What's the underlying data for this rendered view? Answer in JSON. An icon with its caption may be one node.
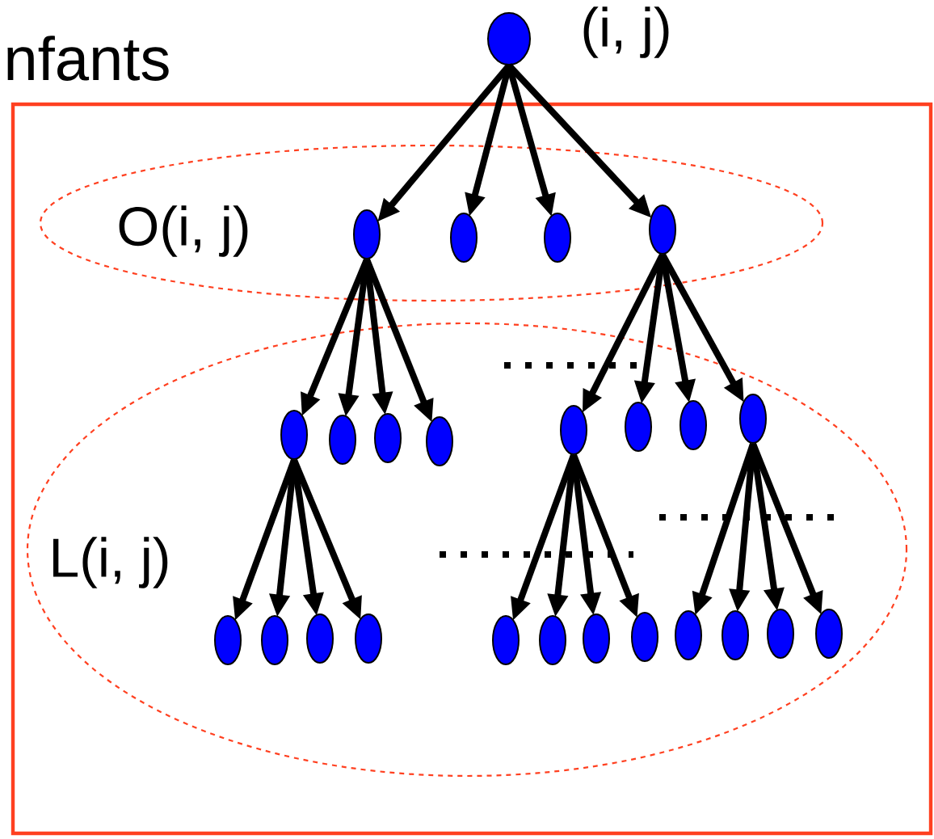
{
  "diagram": {
    "nodes": [
      {
        "text": [
          "nfants"
        ]
      },
      {
        "text": [],
        "shape": "ellipse",
        "beside": [
          "(i, j)"
        ]
      },
      {
        "text": [
          "O(i, j)"
        ],
        "in": 0
      },
      {
        "text": [
          "L(i, j)"
        ],
        "in": 0
      },
      {
        "text": [],
        "shape": "ellipse",
        "in": 2
      },
      {
        "text": [],
        "shape": "ellipse",
        "in": 2
      },
      {
        "text": [],
        "shape": "ellipse",
        "in": 2
      },
      {
        "text": [],
        "shape": "ellipse",
        "in": 2
      },
      {
        "text": [],
        "shape": "ellipse",
        "in": 3
      },
      {
        "text": [],
        "shape": "ellipse",
        "in": 3
      },
      {
        "text": [],
        "shape": "ellipse",
        "in": 3
      },
      {
        "text": [],
        "shape": "ellipse",
        "in": 3
      },
      {
        "text": [],
        "shape": "ellipse",
        "in": 3
      },
      {
        "text": [],
        "shape": "ellipse",
        "in": 3
      },
      {
        "text": [],
        "shape": "ellipse",
        "in": 3
      },
      {
        "text": [],
        "shape": "ellipse",
        "in": 3
      },
      {
        "text": [],
        "shape": "ellipse",
        "in": 3
      },
      {
        "text": [],
        "shape": "ellipse",
        "in": 3
      },
      {
        "text": [],
        "shape": "ellipse",
        "in": 3
      },
      {
        "text": [],
        "shape": "ellipse",
        "in": 3
      },
      {
        "text": [],
        "shape": "ellipse",
        "in": 3
      },
      {
        "text": [],
        "shape": "ellipse",
        "in": 3
      },
      {
        "text": [],
        "shape": "ellipse",
        "in": 3
      },
      {
        "text": [],
        "shape": "ellipse",
        "in": 3
      },
      {
        "text": [],
        "shape": "ellipse",
        "in": 3
      },
      {
        "text": [],
        "shape": "ellipse",
        "in": 3
      },
      {
        "text": [],
        "shape": "ellipse",
        "in": 3
      },
      {
        "text": [],
        "shape": "ellipse",
        "in": 3
      }
    ],
    "edges": [
      {
        "from": 1,
        "to": 4,
        "arrow": "to"
      },
      {
        "from": 1,
        "to": 5,
        "arrow": "to"
      },
      {
        "from": 1,
        "to": 6,
        "arrow": "to"
      },
      {
        "from": 1,
        "to": 7,
        "arrow": "to"
      },
      {
        "from": 4,
        "to": 8,
        "arrow": "to"
      },
      {
        "from": 4,
        "to": 9,
        "arrow": "to"
      },
      {
        "from": 4,
        "to": 10,
        "arrow": "to"
      },
      {
        "from": 4,
        "to": 11,
        "arrow": "to"
      },
      {
        "from": 7,
        "to": 12,
        "arrow": "to"
      },
      {
        "from": 7,
        "to": 13,
        "arrow": "to"
      },
      {
        "from": 7,
        "to": 14,
        "arrow": "to"
      },
      {
        "from": 7,
        "to": 15,
        "arrow": "to"
      },
      {
        "from": 8,
        "to": 16,
        "arrow": "to"
      },
      {
        "from": 8,
        "to": 17,
        "arrow": "to"
      },
      {
        "from": 8,
        "to": 18,
        "arrow": "to"
      },
      {
        "from": 8,
        "to": 19,
        "arrow": "to"
      },
      {
        "from": 12,
        "to": 20,
        "arrow": "to"
      },
      {
        "from": 12,
        "to": 21,
        "arrow": "to"
      },
      {
        "from": 12,
        "to": 22,
        "arrow": "to"
      },
      {
        "from": 12,
        "to": 23,
        "arrow": "to"
      },
      {
        "from": 15,
        "to": 24,
        "arrow": "to"
      },
      {
        "from": 15,
        "to": 25,
        "arrow": "to"
      },
      {
        "from": 15,
        "to": 26,
        "arrow": "to"
      },
      {
        "from": 15,
        "to": 27,
        "arrow": "to"
      }
    ]
  }
}
